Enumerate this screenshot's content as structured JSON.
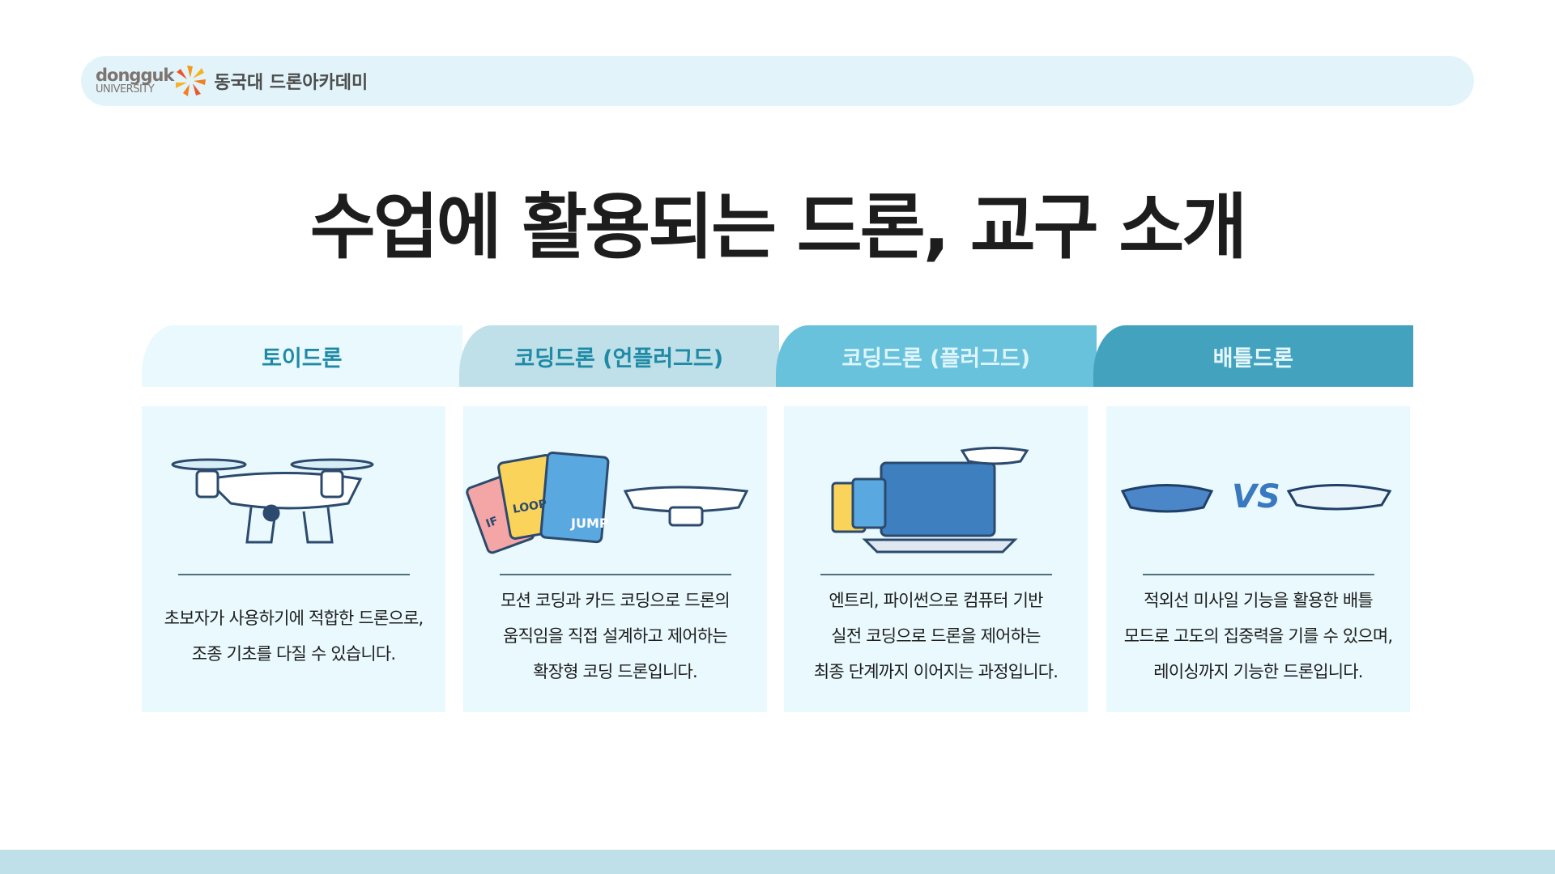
{
  "header": {
    "logo_line1": "dongguk",
    "logo_line2": "UNIVERSITY",
    "brand": "동국대 드론아카데미"
  },
  "title": "수업에 활용되는 드론, 교구 소개",
  "tabs": [
    {
      "label": "토이드론",
      "bg": "#e9f9fd",
      "color": "#1e8aa6"
    },
    {
      "label": "코딩드론 (언플러그드)",
      "bg": "#bfe0e8",
      "color": "#1e8aa6"
    },
    {
      "label": "코딩드론 (플러그드)",
      "bg": "#68c2dc",
      "color": "#dff5fb"
    },
    {
      "label": "배틀드론",
      "bg": "#43a2be",
      "color": "#e6f7fb"
    }
  ],
  "cards": [
    {
      "lines": [
        "초보자가 사용하기에 적합한 드론으로,",
        "조종 기초를 다질 수 있습니다."
      ]
    },
    {
      "lines": [
        "모션 코딩과 카드 코딩으로 드론의",
        "움직임을 직접 설계하고 제어하는",
        "확장형 코딩 드론입니다."
      ],
      "card_labels": [
        "IF",
        "LOOP",
        "JUMP"
      ]
    },
    {
      "lines": [
        "엔트리, 파이썬으로 컴퓨터 기반",
        "실전 코딩으로 드론을 제어하는",
        "최종 단계까지 이어지는 과정입니다."
      ]
    },
    {
      "lines": [
        "적외선 미사일 기능을 활용한 배틀",
        "모드로 고도의 집중력을 기를 수 있으며,",
        "레이싱까지  기능한 드론입니다."
      ],
      "vs": "VS"
    }
  ]
}
